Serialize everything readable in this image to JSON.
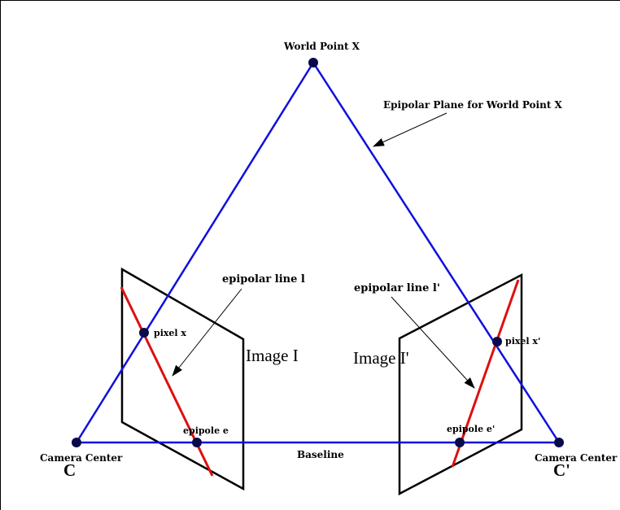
{
  "diagram": {
    "colors": {
      "plane": "#1010dd",
      "epipolar_line": "#dd1010",
      "frame": "#000000",
      "point": "#0a0a4a",
      "text": "#000000"
    },
    "labels": {
      "world_point": "World Point X",
      "epipolar_plane": "Epipolar Plane for World Point X",
      "epipolar_line_left": "epipolar line l",
      "epipolar_line_right": "epipolar line l'",
      "image_left": "Image I",
      "image_right": "Image I'",
      "pixel_left": "pixel x",
      "pixel_right": "pixel x'",
      "epipole_left": "epipole e",
      "epipole_right": "epipole e'",
      "camera_left_caption": "Camera Center",
      "camera_left_symbol": "C",
      "camera_right_caption": "Camera Center",
      "camera_right_symbol": "C'",
      "baseline": "Baseline"
    }
  }
}
